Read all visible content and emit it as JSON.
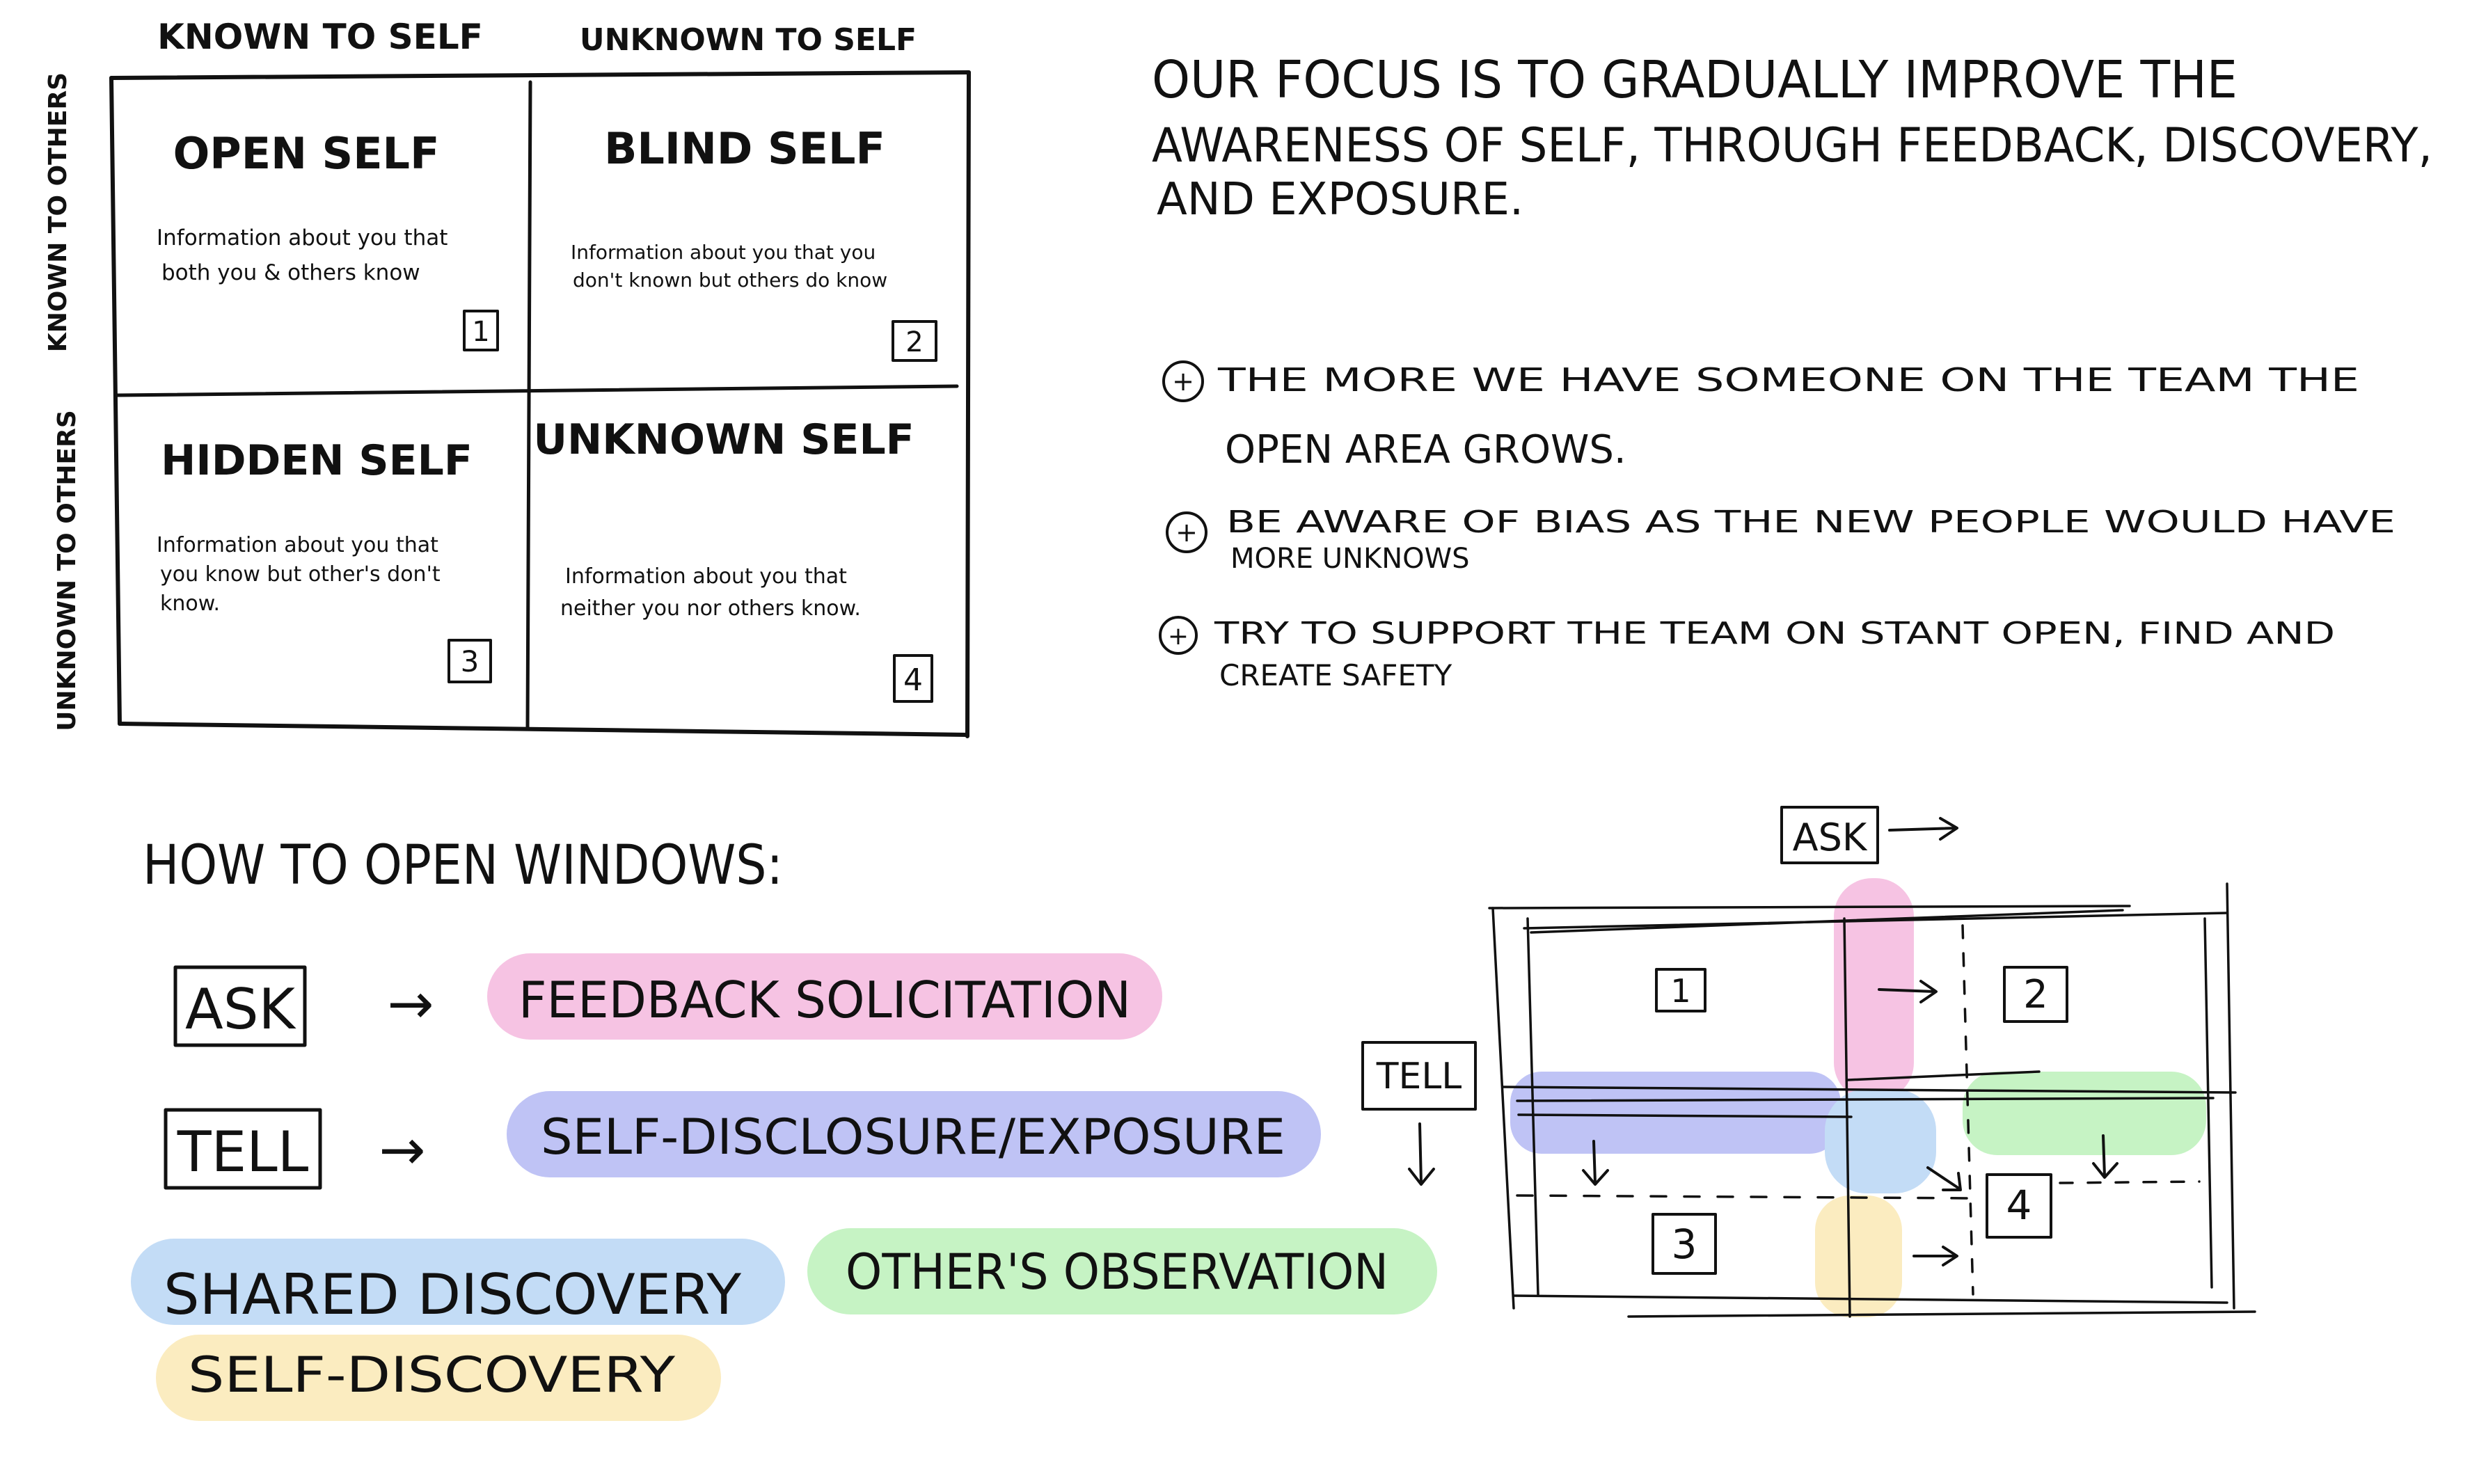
{
  "johari": {
    "col_headers": [
      "KNOWN TO SELF",
      "UNKNOWN TO SELF"
    ],
    "row_headers": [
      "KNOWN TO OTHERS",
      "UNKNOWN TO OTHERS"
    ],
    "quadrants": [
      {
        "title": "OPEN SELF",
        "desc1": "Information about you that",
        "desc2": "both you & others know",
        "desc3": "",
        "num": "1"
      },
      {
        "title": "BLIND SELF",
        "desc1": "Information about you that you",
        "desc2": "don't known but others do know",
        "desc3": "",
        "num": "2"
      },
      {
        "title": "HIDDEN SELF",
        "desc1": "Information about you that",
        "desc2": "you know but other's don't",
        "desc3": "know.",
        "num": "3"
      },
      {
        "title": "UNKNOWN SELF",
        "desc1": "Information about you that",
        "desc2": "neither you nor others know.",
        "desc3": "",
        "num": "4"
      }
    ]
  },
  "focus": {
    "line1": "OUR FOCUS IS TO GRADUALLY IMPROVE THE",
    "line2": "AWARENESS OF SELF, THROUGH FEEDBACK, DISCOVERY,",
    "line3": "AND EXPOSURE."
  },
  "notes": [
    {
      "bullet": "+",
      "line1": "THE MORE WE HAVE SOMEONE ON THE TEAM THE",
      "line2": "OPEN AREA GROWS."
    },
    {
      "bullet": "+",
      "line1": "BE AWARE OF BIAS AS THE NEW PEOPLE WOULD HAVE",
      "line2": "MORE UNKNOWS"
    },
    {
      "bullet": "+",
      "line1": "TRY TO SUPPORT THE TEAM ON STANT OPEN, FIND AND",
      "line2": "CREATE SAFETY"
    }
  ],
  "windows": {
    "title": "HOW TO OPEN WINDOWS:",
    "ask": "ASK",
    "tell": "TELL",
    "arrow": "→",
    "pills": {
      "feedback": "FEEDBACK SOLICITATION",
      "disclosure": "SELF-DISCLOSURE/EXPOSURE",
      "shared": "SHARED DISCOVERY",
      "others": "OTHER'S OBSERVATION",
      "selfdisc": "SELF-DISCOVERY"
    }
  },
  "mini": {
    "ask": "ASK",
    "tell": "TELL",
    "nums": [
      "1",
      "2",
      "3",
      "4"
    ]
  },
  "colors": {
    "pink": "#f6c3e3",
    "blue": "#bfc3f5",
    "lightblue": "#c3dcf6",
    "green": "#c6f3c4",
    "yellow": "#fbecc0"
  }
}
